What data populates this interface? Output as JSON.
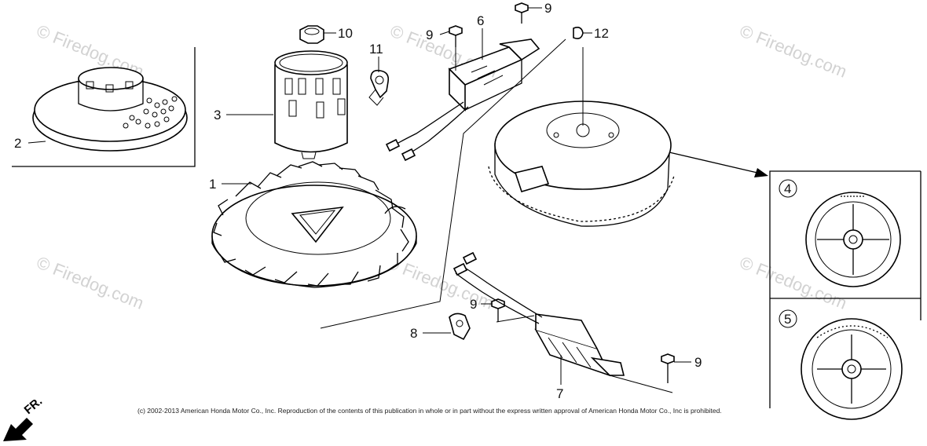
{
  "watermarks": [
    "© Firedog.com",
    "© Firedog.com",
    "© Firedog.com",
    "© Firedog.com",
    "© Firedog.com",
    "© Firedog.com"
  ],
  "callouts": {
    "c1": "1",
    "c2": "2",
    "c3": "3",
    "c4": "4",
    "c5": "5",
    "c6": "6",
    "c7": "7",
    "c8": "8",
    "c9a": "9",
    "c9b": "9",
    "c9c": "9",
    "c9d": "9",
    "c10": "10",
    "c11": "11",
    "c12": "12"
  },
  "front_arrow_label": "FR.",
  "copyright": "(c) 2002-2013 American Honda Motor Co., Inc. Reproduction of the contents of this publication in whole or in part without the express written approval of American Honda Motor Co., Inc is prohibited.",
  "colors": {
    "line": "#000000",
    "watermark": "#d2d2d2",
    "background": "#ffffff"
  }
}
